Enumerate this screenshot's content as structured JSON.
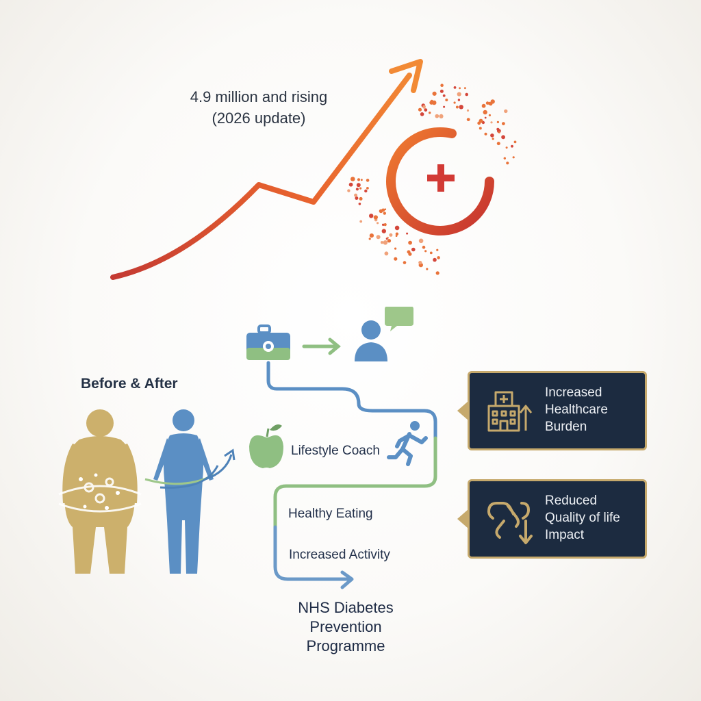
{
  "headline": {
    "stat_line1": "4.9 million and rising",
    "stat_line2": "(2026 update)"
  },
  "comparison": {
    "label": "Before & After"
  },
  "pathway": {
    "steps": [
      "Lifestyle Coach",
      "Healthy Eating",
      "Increased Activity"
    ],
    "programme_line1": "NHS Diabetes",
    "programme_line2": "Prevention",
    "programme_line3": "Programme"
  },
  "impacts": [
    {
      "line1": "Increased",
      "line2": "Healthcare",
      "line3": "Burden"
    },
    {
      "line1": "Reduced",
      "line2": "Quality of life",
      "line3": "Impact"
    }
  ],
  "icons": {
    "trend": "rising-trend-arrow-icon",
    "health": "medical-cross-ring-icon",
    "kit": "medical-bag-icon",
    "person": "person-speech-bubble-icon",
    "apple": "apple-icon",
    "runner": "running-person-icon",
    "hospital": "hospital-building-icon",
    "chain": "broken-chain-icon"
  },
  "colors": {
    "trend_start": "#c43a32",
    "trend_end": "#f07a2c",
    "gold": "#c9ad6a",
    "blue": "#5b8fc4",
    "green": "#8fbf82",
    "navy": "#1c2b40"
  }
}
